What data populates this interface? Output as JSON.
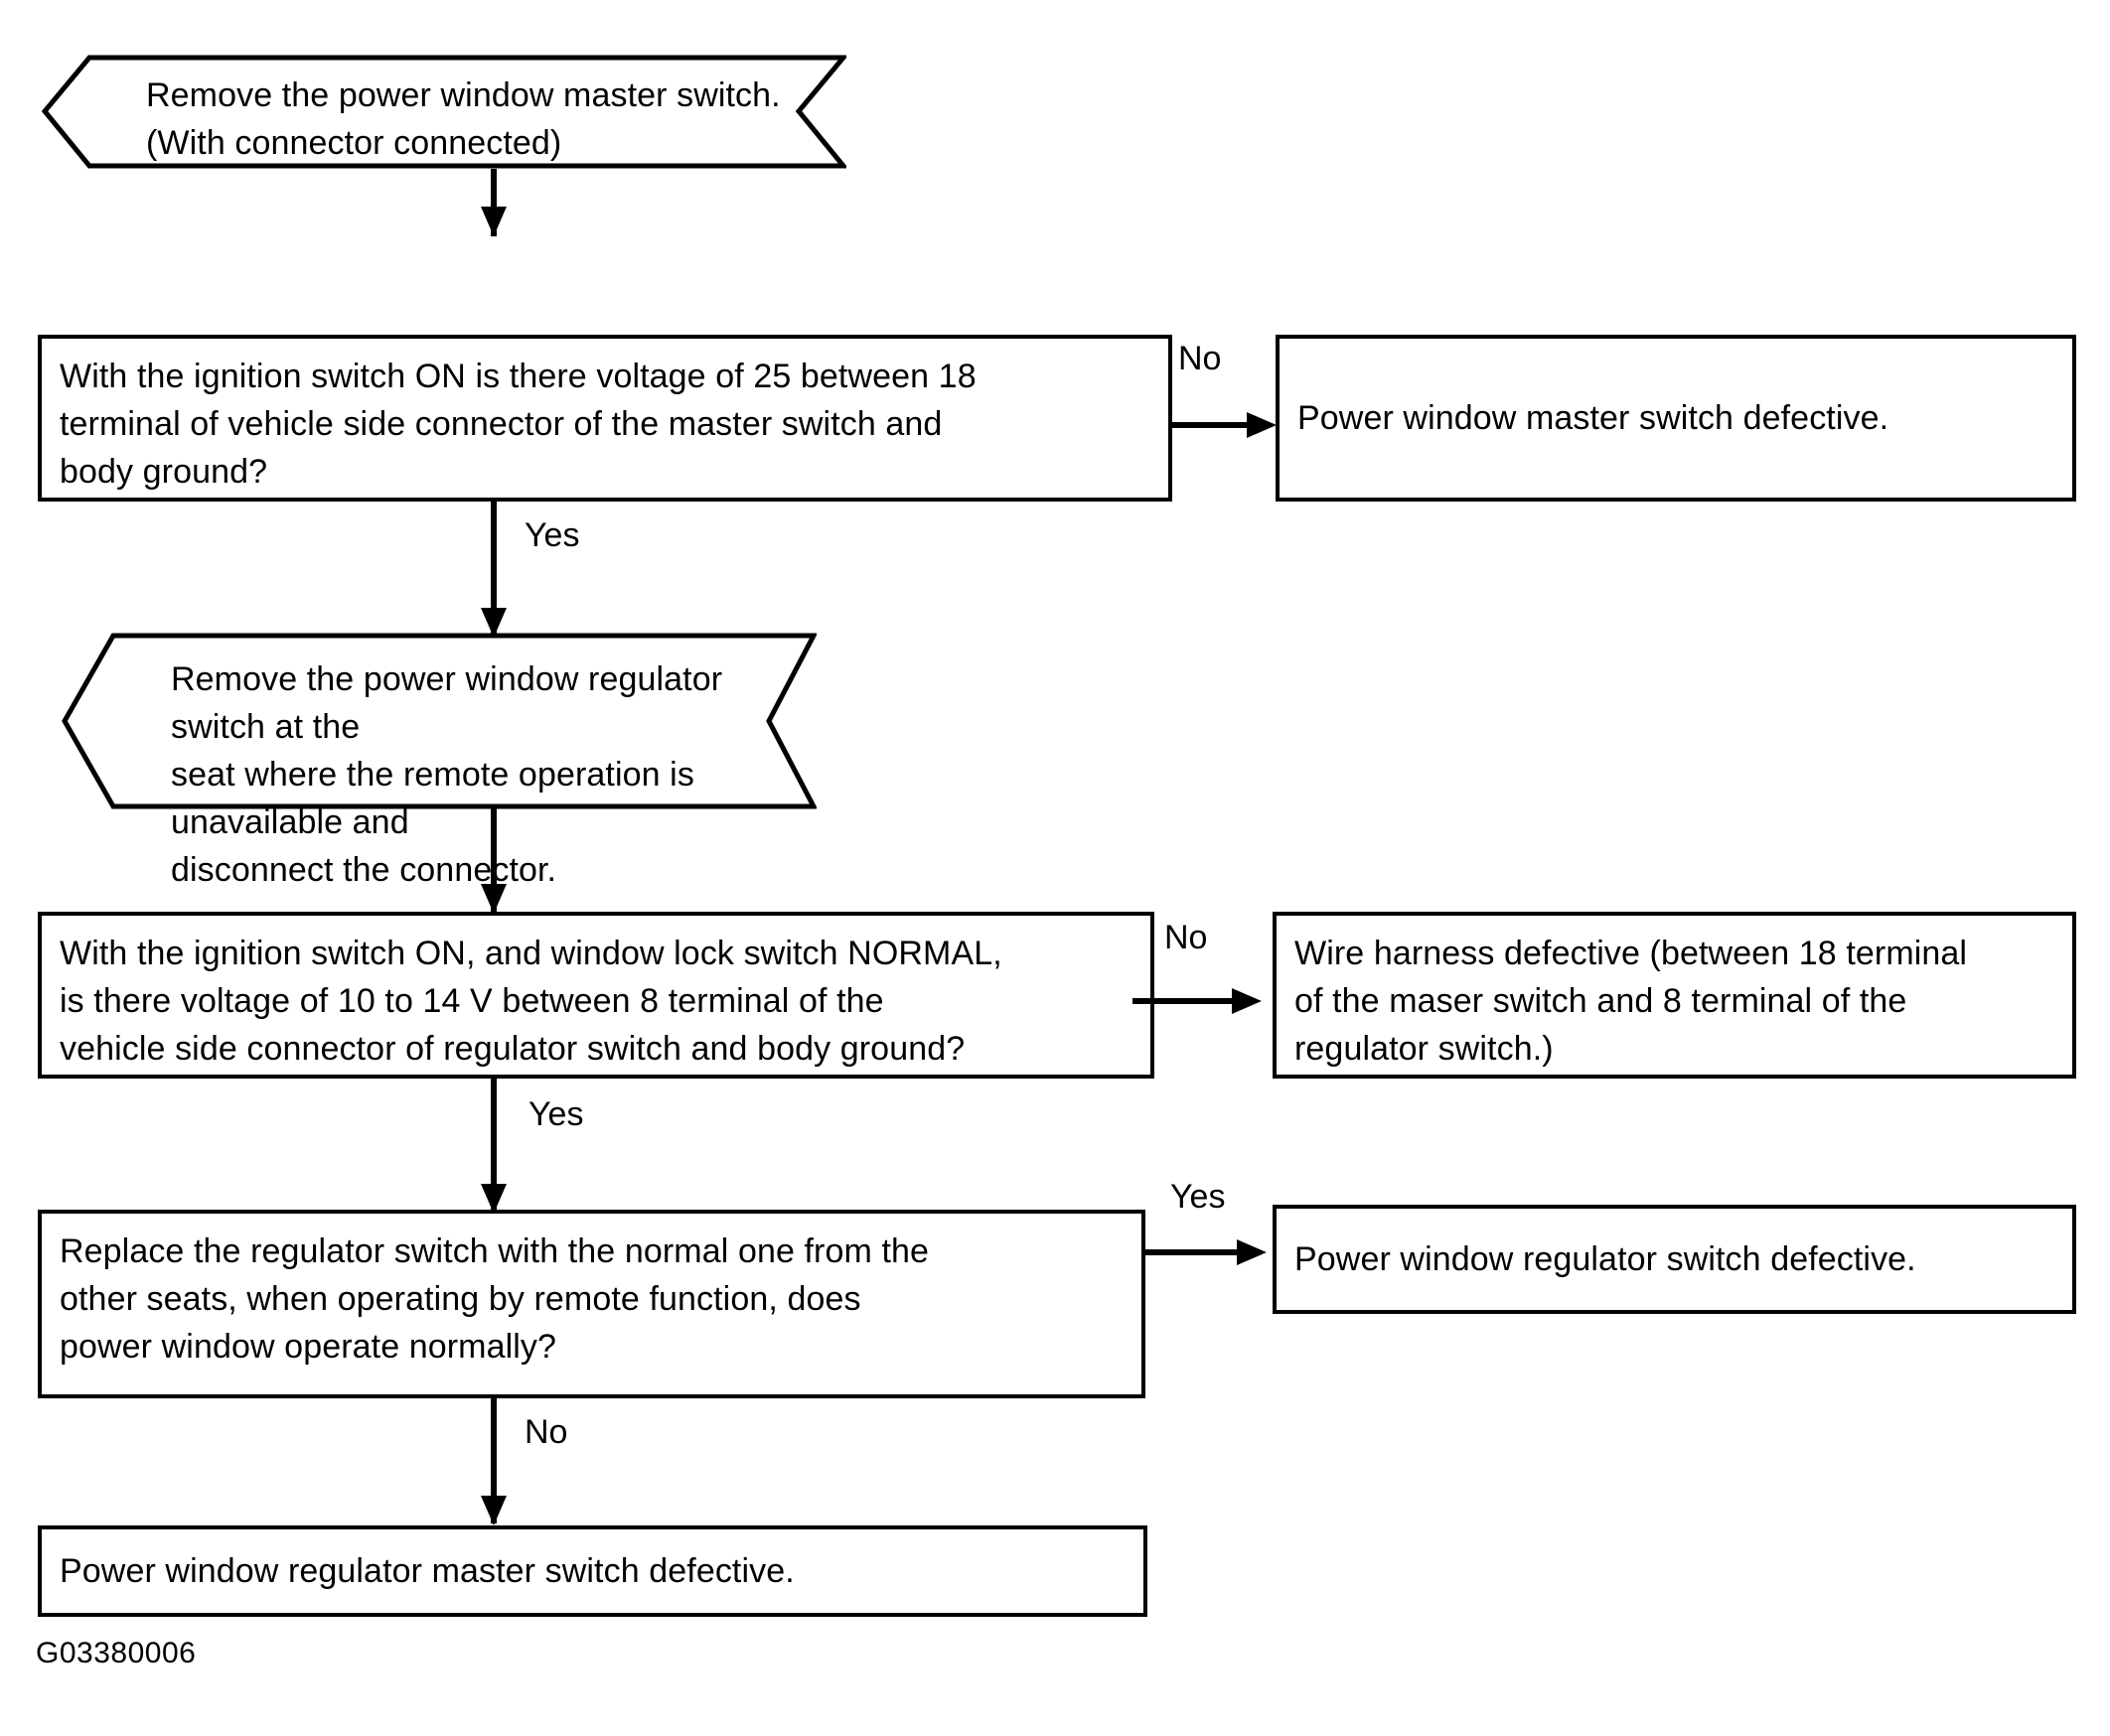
{
  "diagram": {
    "figure_code": "G03380006",
    "line_color": "#000000",
    "background": "#ffffff",
    "nodes": [
      {
        "id": "n1",
        "shape": "hexagon",
        "text": "Remove the power window master switch.\n(With connector connected)"
      },
      {
        "id": "n2",
        "shape": "rect",
        "text": "With the ignition switch ON is there voltage of 25 between 18\nterminal of vehicle side connector of the master switch and\nbody ground?"
      },
      {
        "id": "n3",
        "shape": "rect",
        "text": "Power window master switch defective."
      },
      {
        "id": "n4",
        "shape": "hexagon",
        "text": "Remove the power window regulator switch at the\nseat where the remote operation is unavailable and\ndisconnect the connector."
      },
      {
        "id": "n5",
        "shape": "rect",
        "text": "With the ignition switch ON, and window lock switch NORMAL,\nis there voltage of 10 to 14 V between 8 terminal of the\nvehicle side connector of regulator switch and body ground?"
      },
      {
        "id": "n6",
        "shape": "rect",
        "text": "Wire harness defective (between 18 terminal\nof the maser switch and 8 terminal of the\nregulator switch.)"
      },
      {
        "id": "n7",
        "shape": "rect",
        "text": "Replace the regulator switch with the normal one from the\nother seats, when operating by remote function, does\npower window operate normally?"
      },
      {
        "id": "n8",
        "shape": "rect",
        "text": "Power window regulator switch defective."
      },
      {
        "id": "n9",
        "shape": "rect",
        "text": "Power window regulator master switch defective."
      }
    ],
    "edges": [
      {
        "id": "e1",
        "from": "n1",
        "to": "n2",
        "label": "",
        "direction": "down"
      },
      {
        "id": "e2",
        "from": "n2",
        "to": "n3",
        "label": "No",
        "direction": "right"
      },
      {
        "id": "e3",
        "from": "n2",
        "to": "n4",
        "label": "Yes",
        "direction": "down"
      },
      {
        "id": "e4",
        "from": "n4",
        "to": "n5",
        "label": "",
        "direction": "down"
      },
      {
        "id": "e5",
        "from": "n5",
        "to": "n6",
        "label": "No",
        "direction": "right"
      },
      {
        "id": "e6",
        "from": "n5",
        "to": "n7",
        "label": "Yes",
        "direction": "down"
      },
      {
        "id": "e7",
        "from": "n7",
        "to": "n8",
        "label": "Yes",
        "direction": "right"
      },
      {
        "id": "e8",
        "from": "n7",
        "to": "n9",
        "label": "No",
        "direction": "down"
      }
    ]
  }
}
